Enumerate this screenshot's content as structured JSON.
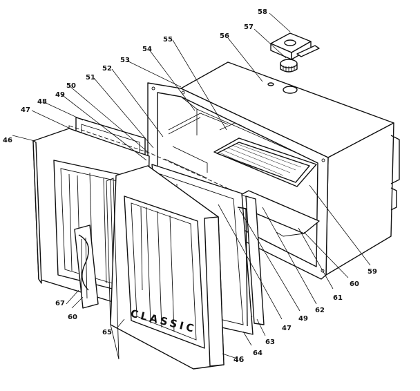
{
  "labels": {
    "p58": "58",
    "p57": "57",
    "p56": "56",
    "p55": "55",
    "p54": "54",
    "p53": "53",
    "p52": "52",
    "p51": "51",
    "p50": "50",
    "p49a": "49",
    "p48": "48",
    "p47a": "47",
    "p46a": "46",
    "p59": "59",
    "p60a": "60",
    "p61": "61",
    "p62": "62",
    "p49b": "49",
    "p47b": "47",
    "p63": "63",
    "p64": "64",
    "p46b": "46",
    "p65": "65",
    "p60b": "60",
    "p67": "67"
  },
  "door_lettering": "CLASSIC"
}
